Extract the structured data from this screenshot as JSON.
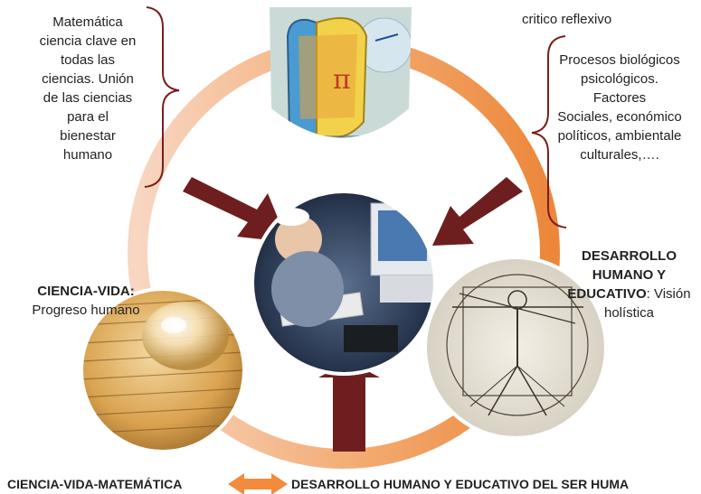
{
  "texts": {
    "left_bubble": "Matemática\nciencia clave en\ntodas las\nciencias. Unión\nde las ciencias\npara el\nbienestar\nhumano",
    "right_top": "critico reflexivo",
    "right_bubble": "Procesos biológicos\npsicológicos.\nFactores\nSociales, económico\npolíticos, ambientale\nculturales,….",
    "ciencia_vida_title": "CIENCIA-VIDA:",
    "ciencia_vida_body": "Progreso humano",
    "desarrollo_title": "DESARROLLO\nHUMANO Y\nEDUCATIVO",
    "desarrollo_body": ": Visión\nholística",
    "bottom_left": "CIENCIA-VIDA-MATEMÁTICA",
    "bottom_right": "DESARROLLO HUMANO Y EDUCATIVO DEL SER HUMA"
  },
  "images": {
    "top": "math-pi-illustration",
    "center": "baby-at-computer-photo",
    "left": "water-drop-on-newspaper-photo",
    "right": "vitruvian-man-drawing"
  },
  "colors": {
    "ring_light": "#f6cbb0",
    "ring_mid": "#f2a266",
    "ring_dark": "#ec8a3e",
    "arrow_dark": "#6e1e1e",
    "double_arrow": "#f28c3c",
    "brace": "#7a1e1e"
  }
}
